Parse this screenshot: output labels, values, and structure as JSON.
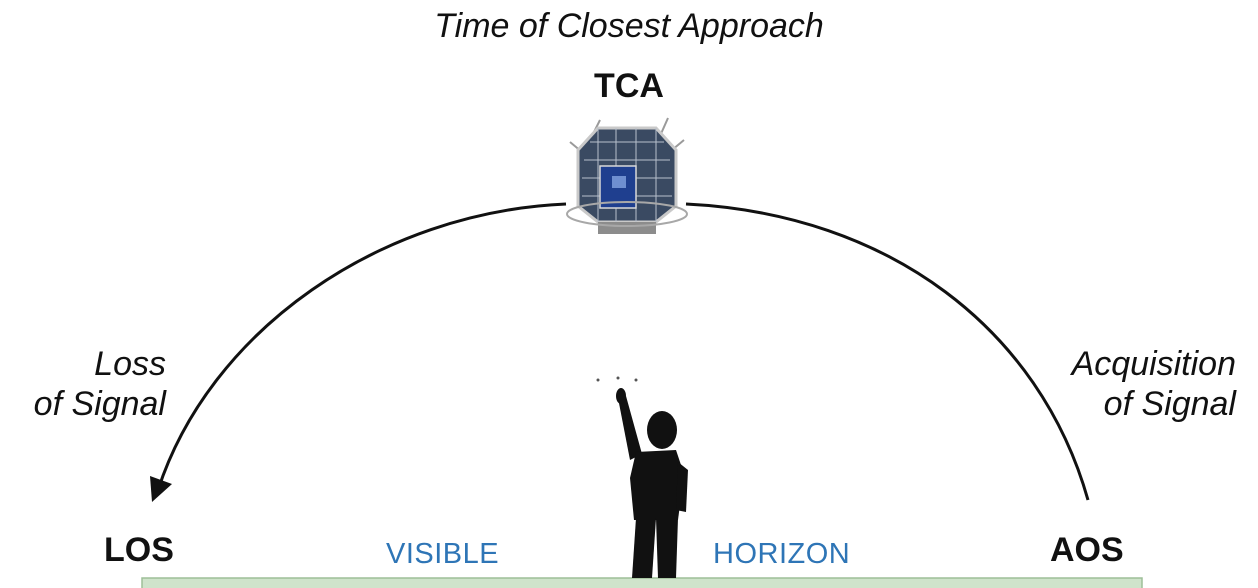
{
  "tca": {
    "full": "Time of Closest Approach",
    "abbr": "TCA"
  },
  "los": {
    "line1": "Loss",
    "line2": "of Signal",
    "abbr": "LOS"
  },
  "aos": {
    "line1": "Acquisition",
    "line2": "of Signal",
    "abbr": "AOS"
  },
  "horizon": {
    "left_word": "VISIBLE",
    "right_word": "HORIZON"
  },
  "colors": {
    "text": "#111111",
    "horizon_text": "#2e75b6",
    "horizon_bar": "#cfe3cb",
    "horizon_bar_border": "#9dbf98",
    "arc": "#111111",
    "observer": "#111111"
  },
  "icons": {
    "satellite": "satellite-icon",
    "observer": "person-pointing-icon",
    "arrow": "arrowhead-icon"
  }
}
